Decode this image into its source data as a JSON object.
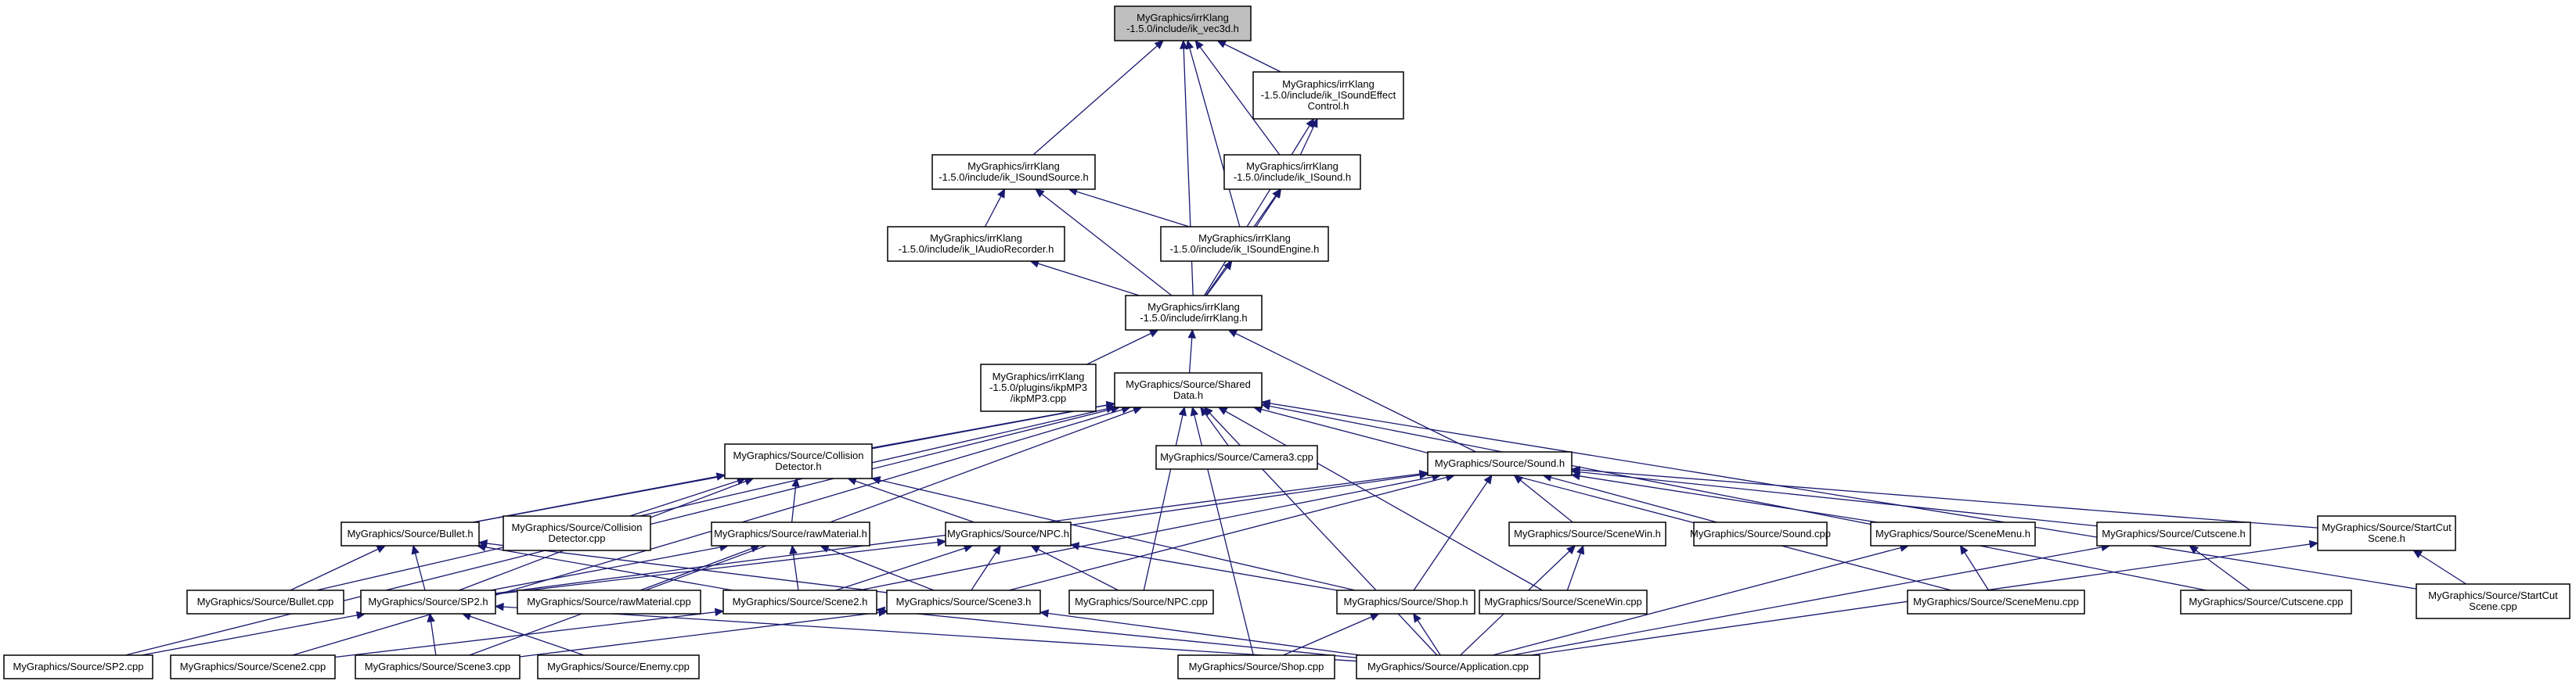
{
  "diagram": {
    "colors": {
      "edge": "#191970",
      "root_fill": "#bfbfbf",
      "node_fill": "#ffffff",
      "text": "#000000"
    },
    "nodes": [
      {
        "id": "vec3d",
        "lines": [
          "MyGraphics/irrKlang",
          "-1.5.0/include/ik_vec3d.h"
        ],
        "root": true
      },
      {
        "id": "effect",
        "lines": [
          "MyGraphics/irrKlang",
          "-1.5.0/include/ik_ISoundEffect",
          "Control.h"
        ]
      },
      {
        "id": "soundsrc",
        "lines": [
          "MyGraphics/irrKlang",
          "-1.5.0/include/ik_ISoundSource.h"
        ]
      },
      {
        "id": "isound",
        "lines": [
          "MyGraphics/irrKlang",
          "-1.5.0/include/ik_ISound.h"
        ]
      },
      {
        "id": "recorder",
        "lines": [
          "MyGraphics/irrKlang",
          "-1.5.0/include/ik_IAudioRecorder.h"
        ]
      },
      {
        "id": "engine",
        "lines": [
          "MyGraphics/irrKlang",
          "-1.5.0/include/ik_ISoundEngine.h"
        ]
      },
      {
        "id": "irrklang",
        "lines": [
          "MyGraphics/irrKlang",
          "-1.5.0/include/irrKlang.h"
        ]
      },
      {
        "id": "ikpmp3",
        "lines": [
          "MyGraphics/irrKlang",
          "-1.5.0/plugins/ikpMP3",
          "/ikpMP3.cpp"
        ]
      },
      {
        "id": "shared",
        "lines": [
          "MyGraphics/Source/Shared",
          "Data.h"
        ]
      },
      {
        "id": "camera3",
        "lines": [
          "MyGraphics/Source/Camera3.cpp"
        ]
      },
      {
        "id": "collh",
        "lines": [
          "MyGraphics/Source/Collision",
          "Detector.h"
        ]
      },
      {
        "id": "soundh",
        "lines": [
          "MyGraphics/Source/Sound.h"
        ]
      },
      {
        "id": "bulleth",
        "lines": [
          "MyGraphics/Source/Bullet.h"
        ]
      },
      {
        "id": "collcpp",
        "lines": [
          "MyGraphics/Source/Collision",
          "Detector.cpp"
        ]
      },
      {
        "id": "rawh",
        "lines": [
          "MyGraphics/Source/rawMaterial.h"
        ]
      },
      {
        "id": "npch",
        "lines": [
          "MyGraphics/Source/NPC.h"
        ]
      },
      {
        "id": "scenewinh",
        "lines": [
          "MyGraphics/Source/SceneWin.h"
        ]
      },
      {
        "id": "soundcpp",
        "lines": [
          "MyGraphics/Source/Sound.cpp"
        ]
      },
      {
        "id": "scenemenuh",
        "lines": [
          "MyGraphics/Source/SceneMenu.h"
        ]
      },
      {
        "id": "cutsceneh",
        "lines": [
          "MyGraphics/Source/Cutscene.h"
        ]
      },
      {
        "id": "startcuth",
        "lines": [
          "MyGraphics/Source/StartCut",
          "Scene.h"
        ]
      },
      {
        "id": "bulletcpp",
        "lines": [
          "MyGraphics/Source/Bullet.cpp"
        ]
      },
      {
        "id": "sp2h",
        "lines": [
          "MyGraphics/Source/SP2.h"
        ]
      },
      {
        "id": "rawcpp",
        "lines": [
          "MyGraphics/Source/rawMaterial.cpp"
        ]
      },
      {
        "id": "scene2h",
        "lines": [
          "MyGraphics/Source/Scene2.h"
        ]
      },
      {
        "id": "scene3h",
        "lines": [
          "MyGraphics/Source/Scene3.h"
        ]
      },
      {
        "id": "npccpp",
        "lines": [
          "MyGraphics/Source/NPC.cpp"
        ]
      },
      {
        "id": "shoph",
        "lines": [
          "MyGraphics/Source/Shop.h"
        ]
      },
      {
        "id": "scenewincpp",
        "lines": [
          "MyGraphics/Source/SceneWin.cpp"
        ]
      },
      {
        "id": "scenemenucpp",
        "lines": [
          "MyGraphics/Source/SceneMenu.cpp"
        ]
      },
      {
        "id": "cutscenecpp",
        "lines": [
          "MyGraphics/Source/Cutscene.cpp"
        ]
      },
      {
        "id": "startcutcpp",
        "lines": [
          "MyGraphics/Source/StartCut",
          "Scene.cpp"
        ]
      },
      {
        "id": "sp2cpp",
        "lines": [
          "MyGraphics/Source/SP2.cpp"
        ]
      },
      {
        "id": "scene2cpp",
        "lines": [
          "MyGraphics/Source/Scene2.cpp"
        ]
      },
      {
        "id": "scene3cpp",
        "lines": [
          "MyGraphics/Source/Scene3.cpp"
        ]
      },
      {
        "id": "enemycpp",
        "lines": [
          "MyGraphics/Source/Enemy.cpp"
        ]
      },
      {
        "id": "shopcpp",
        "lines": [
          "MyGraphics/Source/Shop.cpp"
        ]
      },
      {
        "id": "appcpp",
        "lines": [
          "MyGraphics/Source/Application.cpp"
        ]
      }
    ],
    "edges": [
      [
        "vec3d",
        "effect"
      ],
      [
        "vec3d",
        "soundsrc"
      ],
      [
        "vec3d",
        "isound"
      ],
      [
        "vec3d",
        "engine"
      ],
      [
        "vec3d",
        "irrklang"
      ],
      [
        "effect",
        "isound"
      ],
      [
        "effect",
        "irrklang"
      ],
      [
        "soundsrc",
        "recorder"
      ],
      [
        "soundsrc",
        "engine"
      ],
      [
        "soundsrc",
        "irrklang"
      ],
      [
        "isound",
        "engine"
      ],
      [
        "isound",
        "irrklang"
      ],
      [
        "recorder",
        "irrklang"
      ],
      [
        "engine",
        "irrklang"
      ],
      [
        "irrklang",
        "ikpmp3"
      ],
      [
        "irrklang",
        "shared"
      ],
      [
        "irrklang",
        "soundh"
      ],
      [
        "shared",
        "camera3"
      ],
      [
        "shared",
        "collh"
      ],
      [
        "shared",
        "bulleth"
      ],
      [
        "shared",
        "bulletcpp"
      ],
      [
        "shared",
        "sp2cpp"
      ],
      [
        "shared",
        "scene2cpp"
      ],
      [
        "shared",
        "scene3cpp"
      ],
      [
        "shared",
        "npccpp"
      ],
      [
        "shared",
        "shopcpp"
      ],
      [
        "shared",
        "appcpp"
      ],
      [
        "shared",
        "scenewincpp"
      ],
      [
        "shared",
        "scenemenucpp"
      ],
      [
        "shared",
        "cutscenecpp"
      ],
      [
        "shared",
        "startcutcpp"
      ],
      [
        "collh",
        "bulleth"
      ],
      [
        "collh",
        "collcpp"
      ],
      [
        "collh",
        "rawh"
      ],
      [
        "collh",
        "npch"
      ],
      [
        "collh",
        "shoph"
      ],
      [
        "collh",
        "sp2h"
      ],
      [
        "soundh",
        "npch"
      ],
      [
        "soundh",
        "scenewinh"
      ],
      [
        "soundh",
        "soundcpp"
      ],
      [
        "soundh",
        "scenemenuh"
      ],
      [
        "soundh",
        "cutsceneh"
      ],
      [
        "soundh",
        "startcuth"
      ],
      [
        "soundh",
        "shoph"
      ],
      [
        "soundh",
        "sp2h"
      ],
      [
        "soundh",
        "scene2h"
      ],
      [
        "soundh",
        "scene3h"
      ],
      [
        "bulleth",
        "bulletcpp"
      ],
      [
        "bulleth",
        "sp2h"
      ],
      [
        "bulleth",
        "scene2h"
      ],
      [
        "bulleth",
        "scene3h"
      ],
      [
        "rawh",
        "rawcpp"
      ],
      [
        "rawh",
        "sp2h"
      ],
      [
        "rawh",
        "scene2h"
      ],
      [
        "rawh",
        "scene3h"
      ],
      [
        "npch",
        "npccpp"
      ],
      [
        "npch",
        "sp2h"
      ],
      [
        "npch",
        "scene2h"
      ],
      [
        "npch",
        "scene3h"
      ],
      [
        "npch",
        "shoph"
      ],
      [
        "scenewinh",
        "scenewincpp"
      ],
      [
        "scenewinh",
        "appcpp"
      ],
      [
        "scenemenuh",
        "scenemenucpp"
      ],
      [
        "scenemenuh",
        "appcpp"
      ],
      [
        "cutsceneh",
        "cutscenecpp"
      ],
      [
        "cutsceneh",
        "appcpp"
      ],
      [
        "startcuth",
        "startcutcpp"
      ],
      [
        "startcuth",
        "appcpp"
      ],
      [
        "sp2h",
        "sp2cpp"
      ],
      [
        "sp2h",
        "enemycpp"
      ],
      [
        "sp2h",
        "scene3cpp"
      ],
      [
        "sp2h",
        "appcpp"
      ],
      [
        "scene2h",
        "scene2cpp"
      ],
      [
        "scene2h",
        "appcpp"
      ],
      [
        "scene3h",
        "scene3cpp"
      ],
      [
        "scene3h",
        "appcpp"
      ],
      [
        "shoph",
        "shopcpp"
      ],
      [
        "shoph",
        "appcpp"
      ]
    ]
  }
}
